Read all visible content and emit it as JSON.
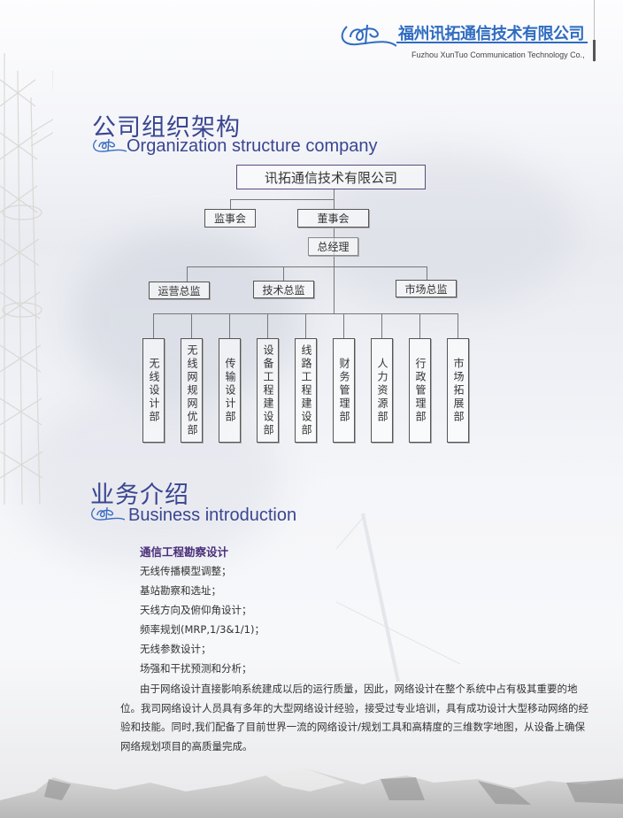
{
  "header": {
    "company_cn": "福州讯拓通信技术有限公司",
    "company_en": "Fuzhou XunTuo Communication Technology Co.,",
    "brand_color": "#2f6cc0",
    "logo_icon": "ribbon-logo-icon"
  },
  "org_section": {
    "title_cn": "公司组织架构",
    "title_en": "Organization structure company",
    "title_color": "#3a4690"
  },
  "org_chart": {
    "root": "讯拓通信技术有限公司",
    "supervisory_board": "监事会",
    "board_of_directors": "董事会",
    "general_manager": "总经理",
    "directors": [
      "运营总监",
      "技术总监",
      "市场总监"
    ],
    "departments": [
      "无线设计部",
      "无线网规网优部",
      "传输设计部",
      "设备工程建设部",
      "线路工程建设部",
      "财务管理部",
      "人力资源部",
      "行政管理部",
      "市场拓展部"
    ]
  },
  "business_section": {
    "title_cn": "业务介绍",
    "title_en": "Business introduction",
    "subheading": "通信工程勘察设计",
    "subheading_color": "#4a2f7a",
    "items": [
      "无线传播模型调整；",
      "基站勘察和选址；",
      "天线方向及俯仰角设计；",
      "频率规划(MRP,1/3&1/1)；",
      "无线参数设计；",
      "场强和干扰预测和分析；"
    ],
    "paragraph": "由于网络设计直接影响系统建成以后的运行质量，因此，网络设计在整个系统中占有极其重要的地位。我司网络设计人员具有多年的大型网络设计经验，接受过专业培训，具有成功设计大型移动网络的经验和技能。同时,我们配备了目前世界一流的网络设计/规划工具和高精度的三维数字地图，从设备上确保网络规划项目的高质量完成。"
  }
}
